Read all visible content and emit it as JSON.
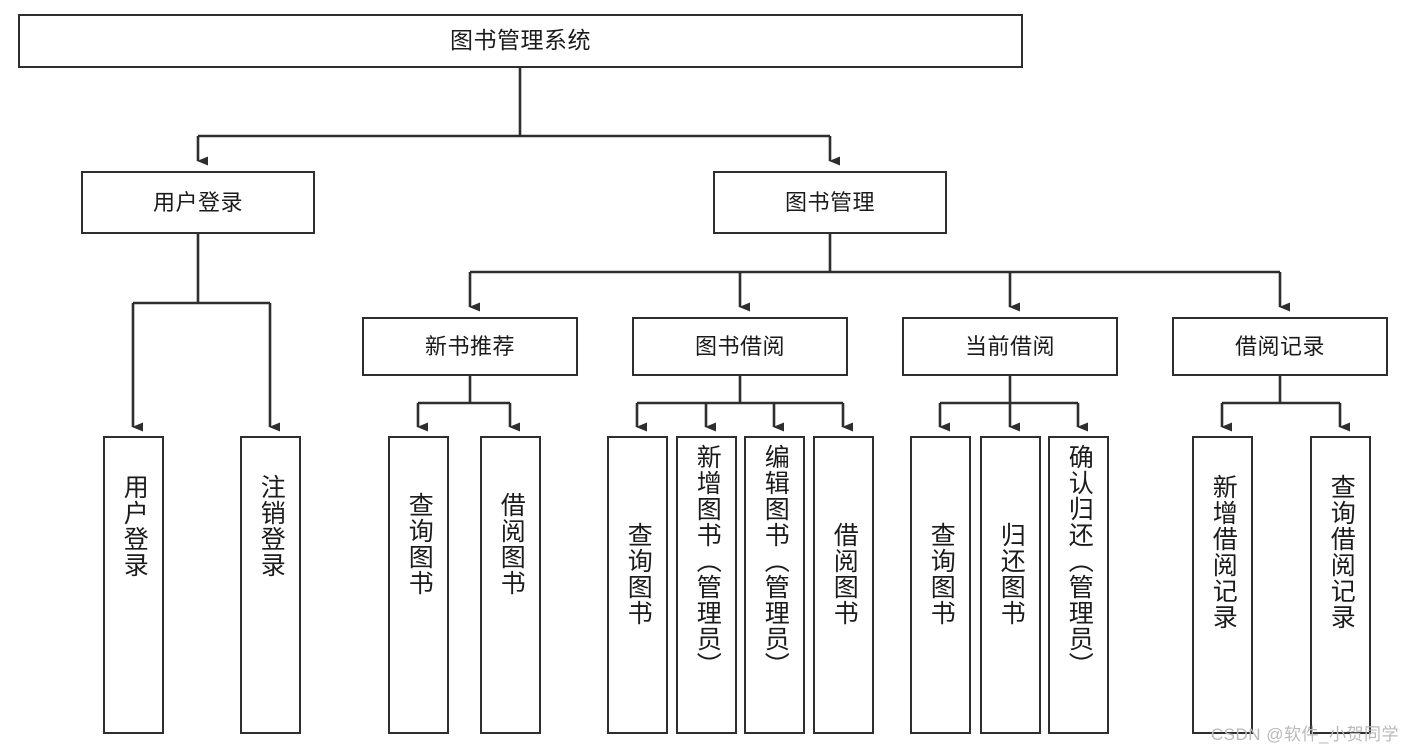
{
  "diagram": {
    "type": "tree",
    "title": "图书管理系统",
    "watermark": "CSDN @软件_小贺同学",
    "colors": {
      "stroke": "#2e2e2e",
      "fill": "#ffffff",
      "text": "#1b1b1b",
      "watermark": "#b9b9b9"
    },
    "nodes": {
      "root": {
        "label": "图书管理系统"
      },
      "tier2": [
        {
          "label": "用户登录"
        },
        {
          "label": "图书管理"
        }
      ],
      "tier3": [
        {
          "label": "新书推荐"
        },
        {
          "label": "图书借阅"
        },
        {
          "label": "当前借阅"
        },
        {
          "label": "借阅记录"
        }
      ],
      "leaves": [
        {
          "label": "用户登录"
        },
        {
          "label": "注销登录"
        },
        {
          "label": "查询图书"
        },
        {
          "label": "借阅图书"
        },
        {
          "label": "查询图书"
        },
        {
          "label": "新增图书（管理员）"
        },
        {
          "label": "编辑图书（管理员）"
        },
        {
          "label": "借阅图书"
        },
        {
          "label": "查询图书"
        },
        {
          "label": "归还图书"
        },
        {
          "label": "确认归还（管理员）"
        },
        {
          "label": "新增借阅记录"
        },
        {
          "label": "查询借阅记录"
        }
      ]
    },
    "edges": [
      {
        "from": "图书管理系统",
        "to": "用户登录"
      },
      {
        "from": "图书管理系统",
        "to": "图书管理"
      },
      {
        "from": "用户登录",
        "to": "用户登录"
      },
      {
        "from": "用户登录",
        "to": "注销登录"
      },
      {
        "from": "图书管理",
        "to": "新书推荐"
      },
      {
        "from": "图书管理",
        "to": "图书借阅"
      },
      {
        "from": "图书管理",
        "to": "当前借阅"
      },
      {
        "from": "图书管理",
        "to": "借阅记录"
      },
      {
        "from": "新书推荐",
        "to": "查询图书"
      },
      {
        "from": "新书推荐",
        "to": "借阅图书"
      },
      {
        "from": "图书借阅",
        "to": "查询图书"
      },
      {
        "from": "图书借阅",
        "to": "新增图书（管理员）"
      },
      {
        "from": "图书借阅",
        "to": "编辑图书（管理员）"
      },
      {
        "from": "图书借阅",
        "to": "借阅图书"
      },
      {
        "from": "当前借阅",
        "to": "查询图书"
      },
      {
        "from": "当前借阅",
        "to": "归还图书"
      },
      {
        "from": "当前借阅",
        "to": "确认归还（管理员）"
      },
      {
        "from": "借阅记录",
        "to": "新增借阅记录"
      },
      {
        "from": "借阅记录",
        "to": "查询借阅记录"
      }
    ]
  }
}
